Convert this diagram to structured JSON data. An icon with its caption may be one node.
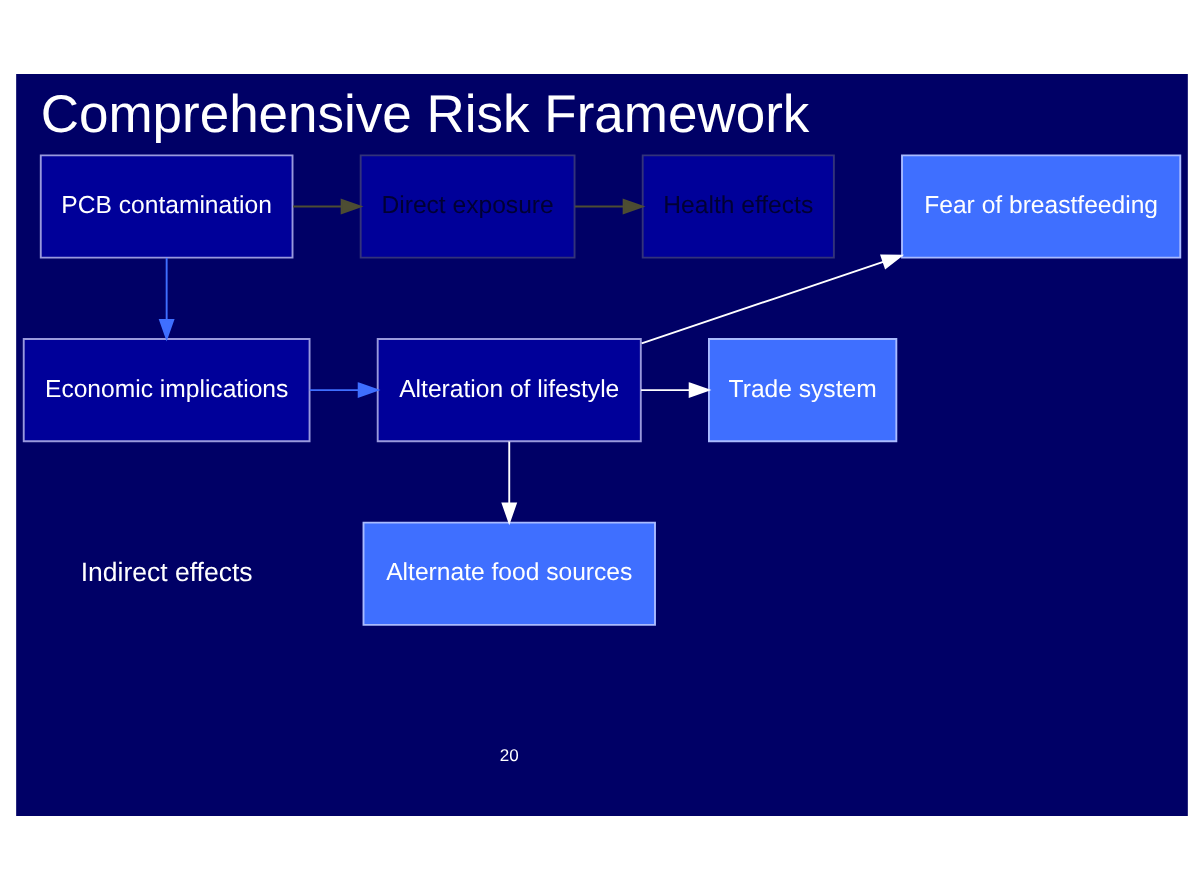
{
  "diagram": {
    "title": "Comprehensive Risk Framework",
    "nodes": [
      {
        "text": [
          "PCB contamination"
        ]
      },
      {
        "text": [
          "Direct exposure"
        ]
      },
      {
        "text": [
          "Health effects"
        ]
      },
      {
        "text": [
          "Fear of breastfeeding"
        ]
      },
      {
        "text": [
          "Economic implications"
        ]
      },
      {
        "text": [
          "Alteration of lifestyle"
        ]
      },
      {
        "text": [
          "Trade system"
        ]
      },
      {
        "text": [
          "Alternate food sources"
        ]
      }
    ],
    "edges": [
      {
        "from": 0,
        "to": 1,
        "arrow": "to",
        "color": "#4d4d33"
      },
      {
        "from": 1,
        "to": 2,
        "arrow": "to",
        "color": "#4d4d33"
      },
      {
        "from": 0,
        "to": 4,
        "arrow": "to",
        "color": "#3f6fff"
      },
      {
        "from": 4,
        "to": 5,
        "arrow": "to",
        "color": "#3f6fff"
      },
      {
        "from": 5,
        "to": 3,
        "arrow": "to"
      },
      {
        "from": 5,
        "to": 6,
        "arrow": "to"
      },
      {
        "from": 5,
        "to": 7,
        "arrow": "to"
      }
    ],
    "labels": [
      "Indirect effects",
      "20"
    ]
  }
}
